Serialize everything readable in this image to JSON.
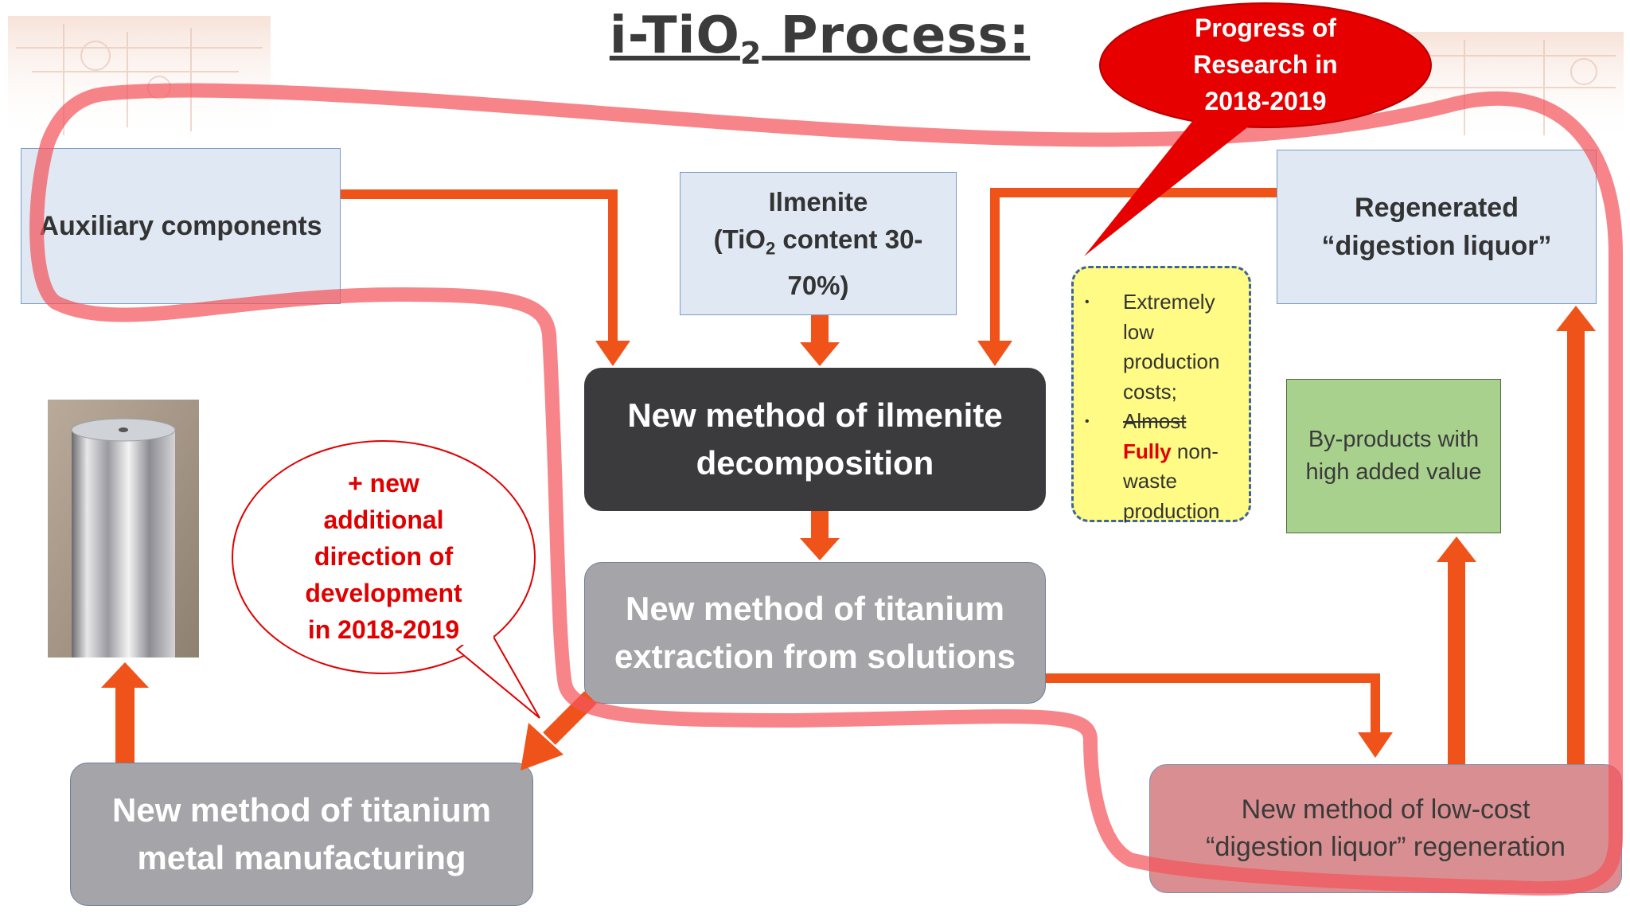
{
  "title": {
    "main": "i-TiO",
    "sub": "2",
    "rest": " Process:"
  },
  "boxes": {
    "auxiliary": "Auxiliary components",
    "ilmenite_line1": "Ilmenite",
    "ilmenite_line2_pre": "(TiO",
    "ilmenite_line2_sub": "2",
    "ilmenite_line2_post": " content 30-",
    "ilmenite_line3": "70%)",
    "regenerated": "Regenerated “digestion liquor”",
    "decomposition": "New method of ilmenite decomposition",
    "extraction": "New method of titanium extraction from solutions",
    "metal": "New method of titanium metal manufacturing",
    "regeneration_line1": "New method of low-cost",
    "regeneration_line2": "“digestion liquor” regeneration",
    "byproducts": "By-products with high added value"
  },
  "benefits": {
    "item1": "Extremely low production costs;",
    "item2_strike": "Almost",
    "item2_bold": "Fully",
    "item2_rest": " non-waste production"
  },
  "callouts": {
    "progress": [
      "Progress of",
      "Research in",
      "2018-2019"
    ],
    "new_direction": [
      "+ new",
      "additional",
      "direction of",
      "development",
      "in 2018-2019"
    ]
  },
  "colors": {
    "arrow": "#f0531a",
    "highlight_loop": "#f2545b",
    "dark_box": "#3b3b3e",
    "gray_box": "#a5a5a9",
    "callout_red": "#e60000"
  },
  "image": {
    "subject": "polished titanium metal rod"
  }
}
